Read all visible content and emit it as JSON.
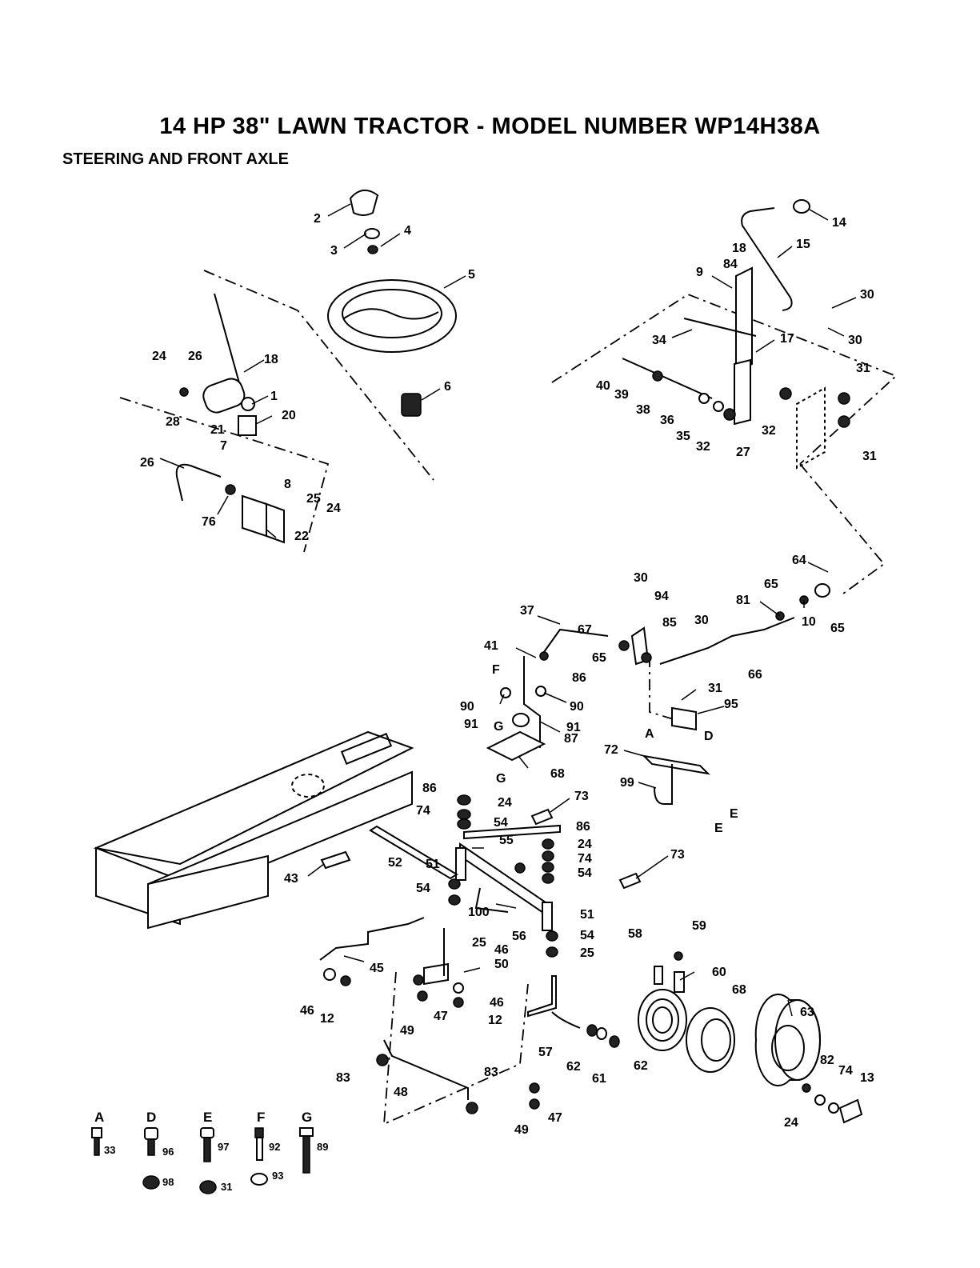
{
  "header": {
    "title": "14 HP 38\" LAWN TRACTOR - MODEL NUMBER WP14H38A",
    "subtitle": "STEERING AND FRONT AXLE"
  },
  "callouts": [
    {
      "label": "2"
    },
    {
      "label": "3"
    },
    {
      "label": "4"
    },
    {
      "label": "5"
    },
    {
      "label": "6"
    },
    {
      "label": "14"
    },
    {
      "label": "18"
    },
    {
      "label": "15"
    },
    {
      "label": "9"
    },
    {
      "label": "84"
    },
    {
      "label": "30"
    },
    {
      "label": "30"
    },
    {
      "label": "34"
    },
    {
      "label": "17"
    },
    {
      "label": "31"
    },
    {
      "label": "40"
    },
    {
      "label": "39"
    },
    {
      "label": "38"
    },
    {
      "label": "36"
    },
    {
      "label": "35"
    },
    {
      "label": "32"
    },
    {
      "label": "27"
    },
    {
      "label": "32"
    },
    {
      "label": "31"
    },
    {
      "label": "24"
    },
    {
      "label": "26"
    },
    {
      "label": "18"
    },
    {
      "label": "1"
    },
    {
      "label": "28"
    },
    {
      "label": "20"
    },
    {
      "label": "21"
    },
    {
      "label": "7"
    },
    {
      "label": "8"
    },
    {
      "label": "26"
    },
    {
      "label": "76"
    },
    {
      "label": "25"
    },
    {
      "label": "24"
    },
    {
      "label": "22"
    },
    {
      "label": "64"
    },
    {
      "label": "30"
    },
    {
      "label": "94"
    },
    {
      "label": "85"
    },
    {
      "label": "81"
    },
    {
      "label": "65"
    },
    {
      "label": "37"
    },
    {
      "label": "67"
    },
    {
      "label": "30"
    },
    {
      "label": "10"
    },
    {
      "label": "65"
    },
    {
      "label": "41"
    },
    {
      "label": "65"
    },
    {
      "label": "86"
    },
    {
      "label": "66"
    },
    {
      "label": "F"
    },
    {
      "label": "31"
    },
    {
      "label": "90"
    },
    {
      "label": "90"
    },
    {
      "label": "95"
    },
    {
      "label": "91"
    },
    {
      "label": "G"
    },
    {
      "label": "91"
    },
    {
      "label": "87"
    },
    {
      "label": "D"
    },
    {
      "label": "A"
    },
    {
      "label": "72"
    },
    {
      "label": "G"
    },
    {
      "label": "68"
    },
    {
      "label": "99"
    },
    {
      "label": "E"
    },
    {
      "label": "E"
    },
    {
      "label": "86"
    },
    {
      "label": "24"
    },
    {
      "label": "73"
    },
    {
      "label": "74"
    },
    {
      "label": "54"
    },
    {
      "label": "55"
    },
    {
      "label": "86"
    },
    {
      "label": "24"
    },
    {
      "label": "74"
    },
    {
      "label": "51"
    },
    {
      "label": "73"
    },
    {
      "label": "54"
    },
    {
      "label": "43"
    },
    {
      "label": "52"
    },
    {
      "label": "54"
    },
    {
      "label": "100"
    },
    {
      "label": "51"
    },
    {
      "label": "56"
    },
    {
      "label": "54"
    },
    {
      "label": "25"
    },
    {
      "label": "25"
    },
    {
      "label": "46"
    },
    {
      "label": "58"
    },
    {
      "label": "59"
    },
    {
      "label": "50"
    },
    {
      "label": "45"
    },
    {
      "label": "60"
    },
    {
      "label": "46"
    },
    {
      "label": "12"
    },
    {
      "label": "46"
    },
    {
      "label": "47"
    },
    {
      "label": "12"
    },
    {
      "label": "68"
    },
    {
      "label": "63"
    },
    {
      "label": "49"
    },
    {
      "label": "57"
    },
    {
      "label": "62"
    },
    {
      "label": "61"
    },
    {
      "label": "62"
    },
    {
      "label": "83"
    },
    {
      "label": "82"
    },
    {
      "label": "74"
    },
    {
      "label": "13"
    },
    {
      "label": "48"
    },
    {
      "label": "83"
    },
    {
      "label": "47"
    },
    {
      "label": "49"
    },
    {
      "label": "24"
    }
  ],
  "legend": [
    {
      "letter": "A",
      "bolt": "33",
      "nut": ""
    },
    {
      "letter": "D",
      "bolt": "96",
      "nut": "98"
    },
    {
      "letter": "E",
      "bolt": "97",
      "nut": "31"
    },
    {
      "letter": "F",
      "bolt": "92",
      "nut": "93"
    },
    {
      "letter": "G",
      "bolt": "89",
      "nut": ""
    }
  ]
}
